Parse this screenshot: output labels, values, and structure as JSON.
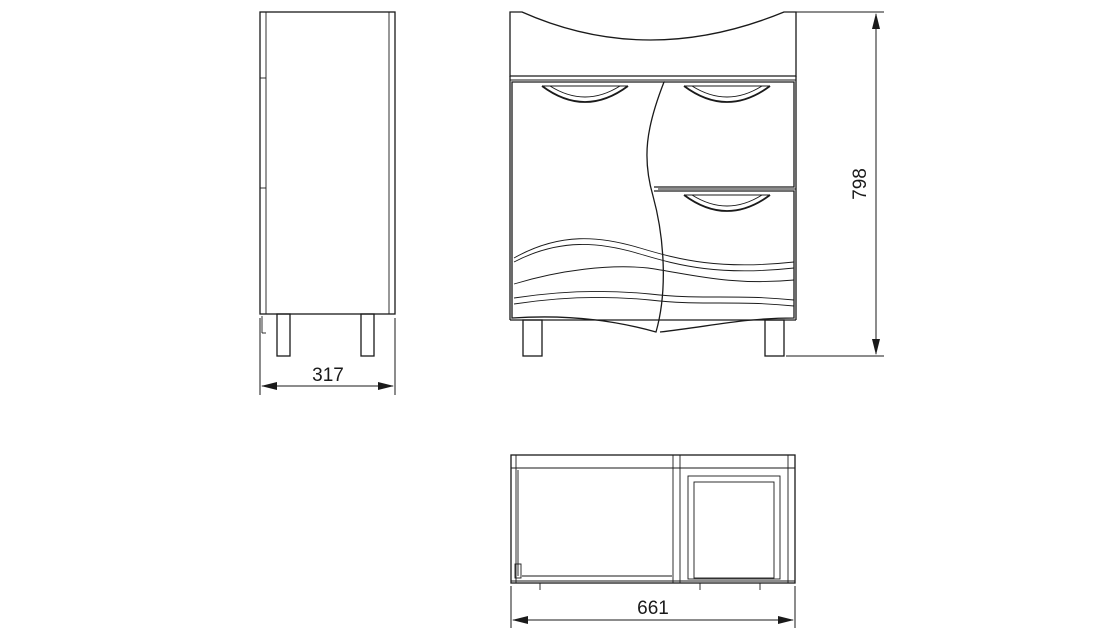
{
  "drawing": {
    "dimensions": {
      "depth": "317",
      "height": "798",
      "width": "661"
    }
  }
}
